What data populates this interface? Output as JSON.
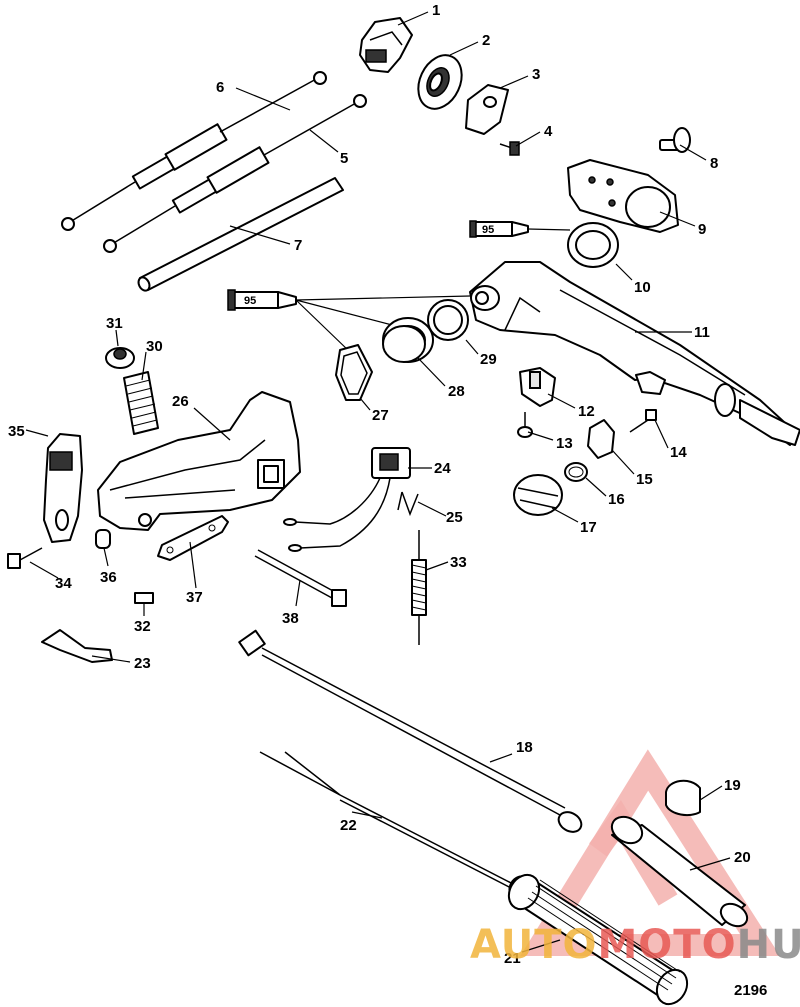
{
  "diagram": {
    "figure_number": "2196",
    "sealant_label": "95",
    "callouts": [
      "1",
      "2",
      "3",
      "4",
      "5",
      "6",
      "7",
      "8",
      "9",
      "10",
      "11",
      "12",
      "13",
      "14",
      "15",
      "16",
      "17",
      "18",
      "19",
      "20",
      "21",
      "22",
      "23",
      "24",
      "25",
      "26",
      "27",
      "28",
      "29",
      "30",
      "31",
      "32",
      "33",
      "34",
      "35",
      "36",
      "37",
      "38"
    ]
  },
  "watermark": {
    "part1": "AUTO",
    "part2": "MOTO",
    "part3": "HUB",
    "colors": {
      "orange": "#f2b43c",
      "red": "#e85a55",
      "gray": "#8a8a8a"
    }
  }
}
